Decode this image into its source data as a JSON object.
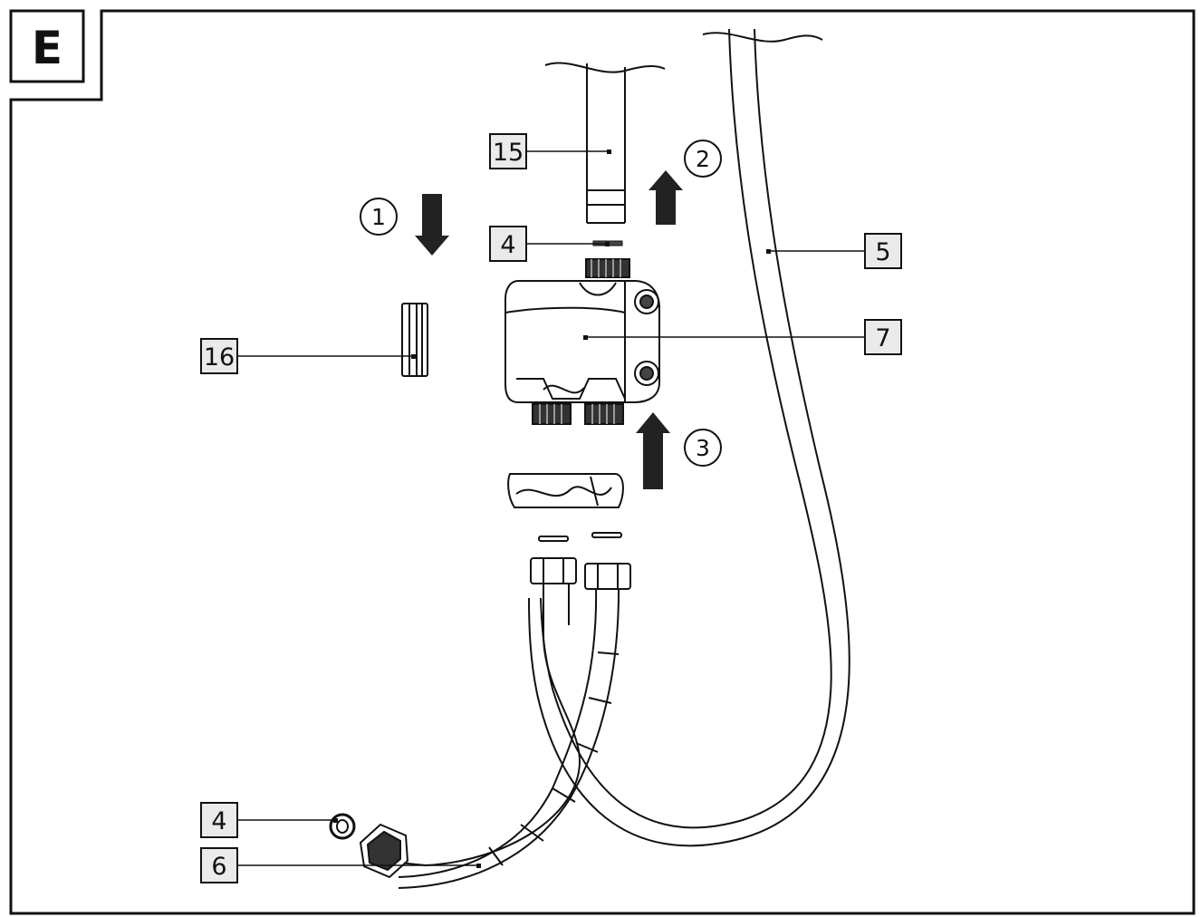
{
  "figure": {
    "section_letter": "E",
    "steps": [
      "1",
      "2",
      "3"
    ],
    "callouts": {
      "c15": "15",
      "c4_top": "4",
      "c16": "16",
      "c5": "5",
      "c7": "7",
      "c4_bottom": "4",
      "c6": "6"
    },
    "icons": [
      "arrow-down-icon",
      "arrow-up-icon"
    ],
    "colors": {
      "line": "#111111",
      "label_fill": "#eaeaea",
      "dark_part": "#222222"
    }
  }
}
